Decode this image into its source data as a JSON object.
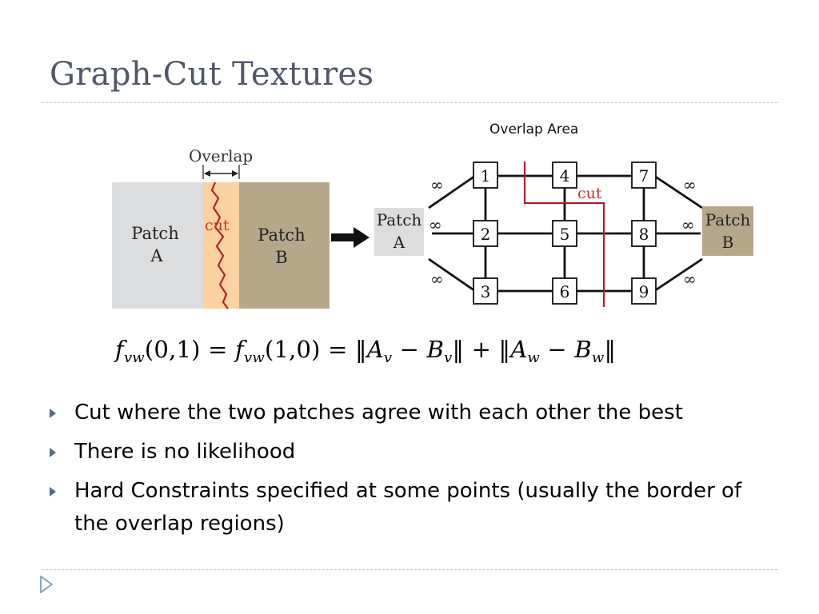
{
  "slide": {
    "title": "Graph-Cut Textures"
  },
  "diagram": {
    "overlap_area_label": "Overlap Area",
    "left": {
      "overlap_label": "Overlap",
      "cut_label": "cut",
      "patch_a": [
        "Patch",
        "A"
      ],
      "patch_b": [
        "Patch",
        "B"
      ]
    },
    "graph": {
      "patch_a": [
        "Patch",
        "A"
      ],
      "patch_b": [
        "Patch",
        "B"
      ],
      "cut_label": "cut",
      "infinity": "∞",
      "nodes": [
        "1",
        "2",
        "3",
        "4",
        "5",
        "6",
        "7",
        "8",
        "9"
      ]
    },
    "colors": {
      "patch_a": "#dcdddf",
      "overlap": "#fbd3a2",
      "patch_b": "#b7a78a",
      "cut_line": "#b0232a",
      "cut_text": "#c0392b"
    }
  },
  "equation": {
    "f": "f",
    "sub_vw": "vw",
    "args_01": "(0,1) = ",
    "args_10": "(1,0) = ‖",
    "A": "A",
    "B": "B",
    "sub_v": "v",
    "sub_w": "w",
    "minus": " − ",
    "mid": "‖ + ‖",
    "end": "‖"
  },
  "bullets": [
    "Cut where the two patches agree with each other the best",
    "There is no likelihood",
    "Hard Constraints specified at some points (usually the border of the overlap regions)"
  ]
}
